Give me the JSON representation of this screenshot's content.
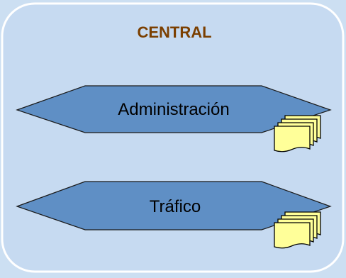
{
  "container": {
    "title": "CENTRAL"
  },
  "processes": [
    {
      "label": "Administración"
    },
    {
      "label": "Tráfico"
    }
  ],
  "icons": {
    "documents": "document-stack-icon"
  },
  "colors": {
    "page_background": "#ccdff2",
    "panel_fill": "#c6daf1",
    "panel_border": "#ffffff",
    "title_text": "#7b3f00",
    "hexagon_fill": "#5f8fc5",
    "hexagon_stroke": "#1a1a1a",
    "document_fill": "#ffff99",
    "document_stroke": "#000000"
  }
}
